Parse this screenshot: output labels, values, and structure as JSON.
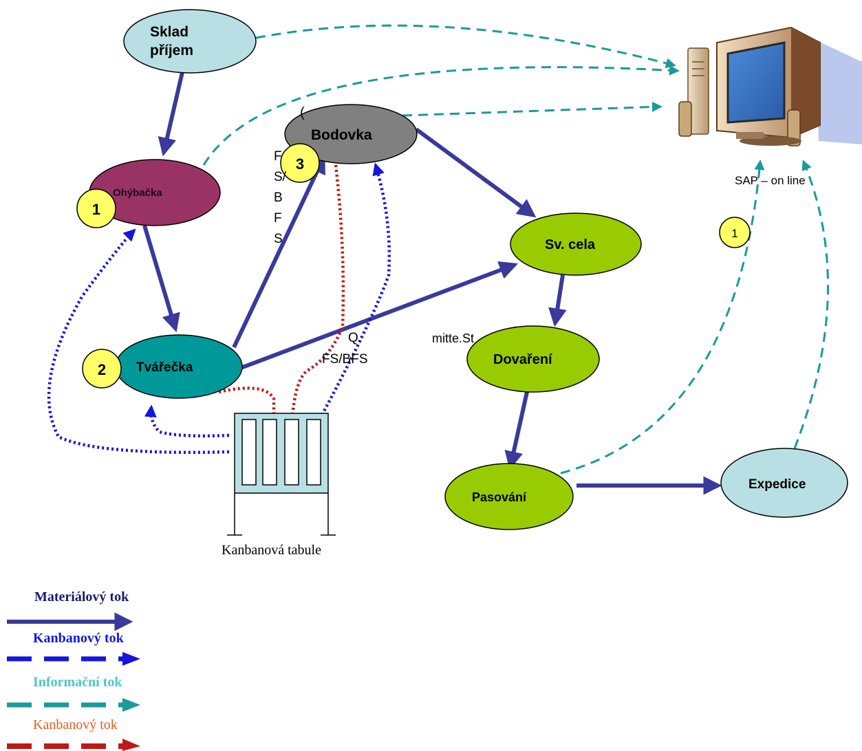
{
  "nodes": {
    "sklad": "Sklad\npříjem",
    "ohybacka": "Ohýbačka",
    "tvarecka": "Tvářečka",
    "bodovka": "Bodovka",
    "svcela": "Sv. cela",
    "dovareni": "Dovaření",
    "pasovani": "Pasování",
    "expedice": "Expedice"
  },
  "badges": {
    "b1": "1",
    "b2": "2",
    "b3": "3",
    "b4": "1"
  },
  "labels": {
    "sap": "SAP – on line",
    "kanban_board": "Kanbanová tabule",
    "mitte": "mitte.St",
    "fs_bfs_top": "Q.",
    "fs_bfs": "FS/BFS",
    "paren": "(",
    "vertical": [
      "F",
      "S/",
      "B",
      "F",
      "S"
    ]
  },
  "legend": [
    {
      "label": "Materiálový tok",
      "color": "#1a1a6e",
      "line_color": "#3a3a9a",
      "style": "solid",
      "font": "serif-bold"
    },
    {
      "label": "Kanbanový tok",
      "color": "#1515dd",
      "line_color": "#1515dd",
      "style": "dashed",
      "font": "serif-bold"
    },
    {
      "label": "Informační tok",
      "color": "#4ec6c6",
      "line_color": "#1a9a9a",
      "style": "dashed",
      "font": "serif-bold"
    },
    {
      "label": "Kanbanový tok",
      "color": "#e06020",
      "line_color": "#c01818",
      "style": "dashed",
      "font": "serif"
    }
  ],
  "colors": {
    "light_blue": "#b8e0e4",
    "ohybacka": "#993366",
    "teal": "#009999",
    "gray": "#808080",
    "green": "#99cc00",
    "material": "#3a3a9a",
    "kanban_blue": "#1515dd",
    "kanban_red": "#c01818",
    "info": "#1a9a9a",
    "badge": "#ffff66"
  }
}
